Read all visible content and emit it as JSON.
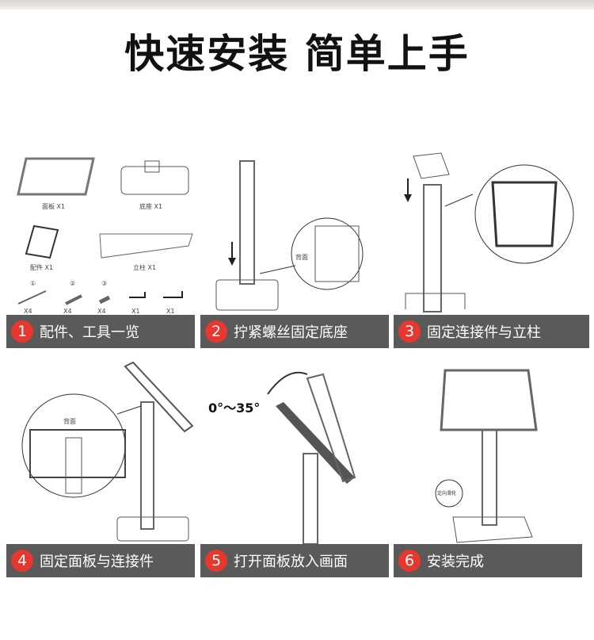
{
  "title": "快速安装 简单上手",
  "steps": [
    {
      "num": "1",
      "label": "配件、工具一览"
    },
    {
      "num": "2",
      "label": "拧紧螺丝固定底座"
    },
    {
      "num": "3",
      "label": "固定连接件与立柱"
    },
    {
      "num": "4",
      "label": "固定面板与连接件"
    },
    {
      "num": "5",
      "label": "打开面板放入画面"
    },
    {
      "num": "6",
      "label": "安装完成"
    }
  ],
  "parts": {
    "panel": "面板 X1",
    "base": "底座 X1",
    "connector": "配件 X1",
    "pillar": "立柱 X1",
    "screw_marks": [
      "①",
      "②",
      "③"
    ],
    "qty": [
      "X4",
      "X4",
      "X4",
      "X1",
      "X1"
    ]
  },
  "callouts": {
    "back_2": "背面",
    "back_4": "背面",
    "angle": "0°～35°",
    "wheel": "定向滑轮"
  }
}
